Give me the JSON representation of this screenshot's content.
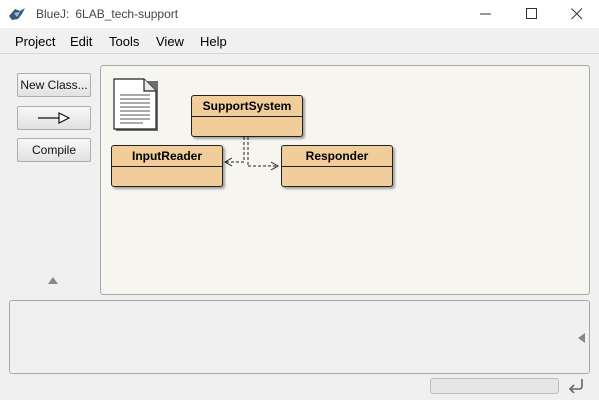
{
  "window": {
    "app_name": "BlueJ:",
    "project_name": "6LAB_tech-support",
    "controls": [
      "minimize-icon",
      "maximize-icon",
      "close-icon"
    ]
  },
  "menu": {
    "items": [
      {
        "label": "Project"
      },
      {
        "label": "Edit"
      },
      {
        "label": "Tools"
      },
      {
        "label": "View"
      },
      {
        "label": "Help"
      }
    ]
  },
  "toolbar": {
    "new_class_label": "New Class...",
    "new_arrow_icon": "arrow-right-icon",
    "compile_label": "Compile"
  },
  "diagram": {
    "readme_icon": "document-icon",
    "classes": [
      {
        "name": "SupportSystem"
      },
      {
        "name": "InputReader"
      },
      {
        "name": "Responder"
      }
    ],
    "colors": {
      "class_fill": "#f0cd9a",
      "canvas_bg": "#f6f5ef"
    }
  },
  "status": {
    "progress": 0,
    "reset_icon": "reset-arrow-icon"
  }
}
